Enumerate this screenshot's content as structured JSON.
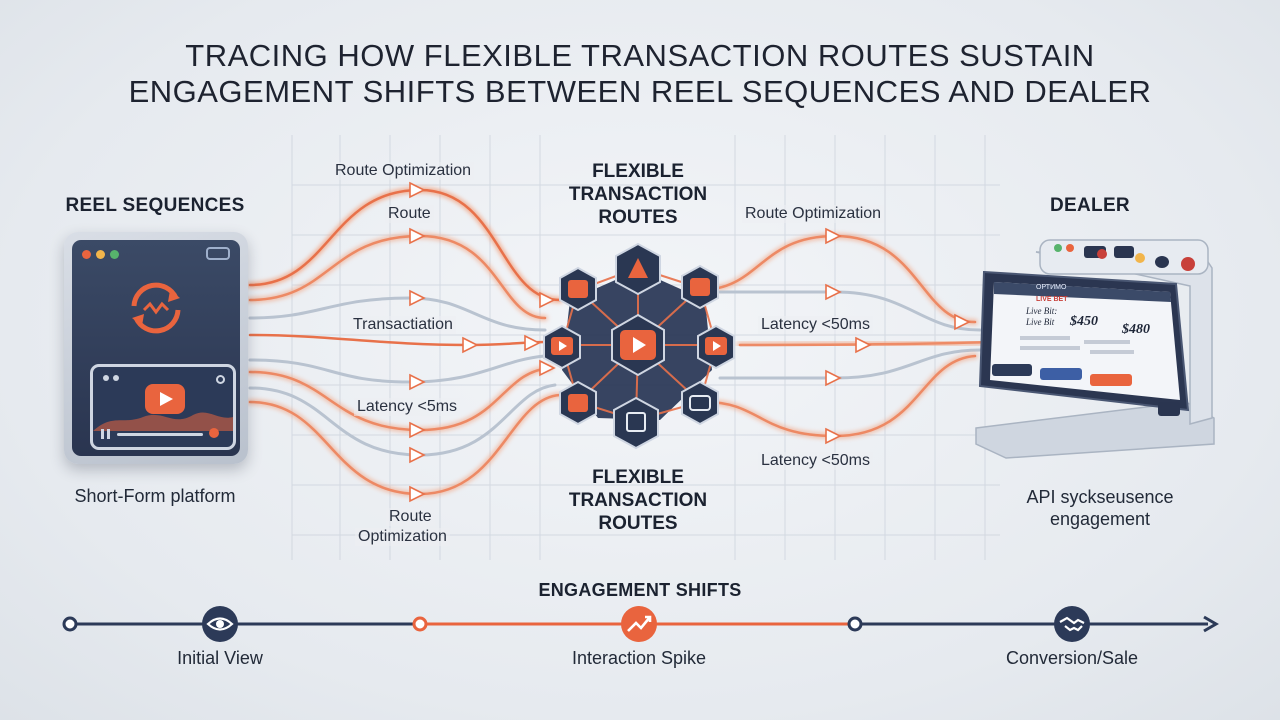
{
  "title_line1": "TRACING HOW FLEXIBLE TRANSACTION ROUTES SUSTAIN",
  "title_line2": "ENGAGEMENT SHIFTS BETWEEN REEL SEQUENCES AND DEALER",
  "left": {
    "heading": "REEL SEQUENCES",
    "caption": "Short-Form platform",
    "icon": "sync-icon",
    "media_icon": "play-icon"
  },
  "hub": {
    "label_top_line1": "FLEXIBLE",
    "label_top_line2": "TRANSACTION",
    "label_top_line3": "ROUTES",
    "label_bottom_line1": "FLEXIBLE",
    "label_bottom_line2": "TRANSACTION",
    "label_bottom_line3": "ROUTES"
  },
  "left_flow_labels": {
    "route_optimization": "Route Optimization",
    "route": "Route",
    "transaction": "Transactiation",
    "latency": "Latency <5ms",
    "bottom_route": "Route",
    "bottom_optimization": "Optimization"
  },
  "right_flow_labels": {
    "route_optimization": "Route Optimization",
    "latency_mid": "Latency <50ms",
    "latency_low": "Latency <50ms"
  },
  "right": {
    "heading": "DEALER",
    "caption_line1": "API sycksеusence",
    "caption_line2": "engagement",
    "screen_header": "ОРТИМО",
    "screen_tag": "LIVE BET",
    "row1_text_a": "Live Bit:",
    "row1_text_b": "Live Bit",
    "price_a": "$450",
    "price_b": "$480"
  },
  "timeline": {
    "heading": "ENGAGEMENT SHIFTS",
    "stages": [
      {
        "label": "Initial View",
        "icon": "eye-icon"
      },
      {
        "label": "Interaction Spike",
        "icon": "trend-up-icon"
      },
      {
        "label": "Conversion/Sale",
        "icon": "handshake-icon"
      }
    ]
  },
  "colors": {
    "accent": "#e9643e",
    "navy": "#2c3a58",
    "flow_light": "#f2a27f",
    "flow_grey": "#b9c3d0"
  }
}
